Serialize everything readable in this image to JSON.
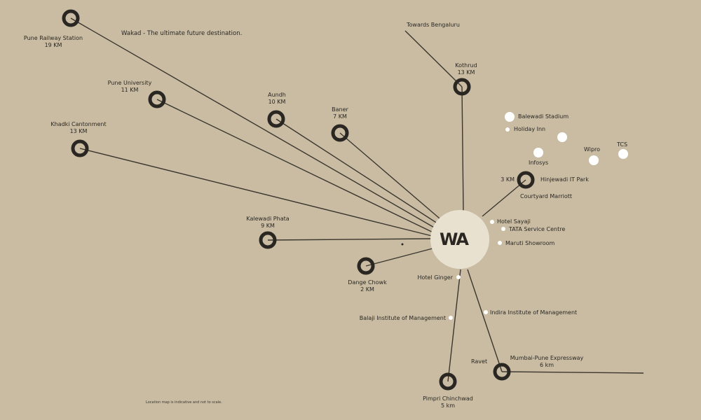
{
  "tagline": "Wakad - The ultimate future destination.",
  "towards": "Towards Bengaluru",
  "logo_text": "WA",
  "disclaimer": "Location map is indicative and not to scale.",
  "colors": {
    "background": "#c9bca3",
    "center_disc": "#e9e1d0",
    "ring": "#2a2722",
    "route_line": "#3b362e",
    "landmark_dot": "#ffffff"
  },
  "destinations": [
    {
      "name": "Pune Railway Station",
      "distance": "19 KM"
    },
    {
      "name": "Pune University",
      "distance": "11 KM"
    },
    {
      "name": "Khadki Cantonment",
      "distance": "13 KM"
    },
    {
      "name": "Aundh",
      "distance": "10 KM"
    },
    {
      "name": "Baner",
      "distance": "7 KM"
    },
    {
      "name": "Kothrud",
      "distance": "13 KM"
    },
    {
      "name": "Kalewadi Phata",
      "distance": "9 KM"
    },
    {
      "name": "Dange Chowk",
      "distance": "2 KM"
    },
    {
      "name": "Hinjewadi IT Park",
      "distance": "3 KM"
    },
    {
      "name": "Pimpri Chinchwad",
      "distance": "5 km"
    },
    {
      "name": "Mumbai-Pune Expressway",
      "distance": "6 km"
    }
  ],
  "landmarks": [
    "Balewadi Stadium",
    "Holiday Inn",
    "Infosys",
    "Wipro",
    "TCS",
    "Courtyard Marriott",
    "Hotel Sayaji",
    "TATA Service Centre",
    "Maruti Showroom",
    "Hotel Ginger",
    "Indira Institute of Management",
    "Balaji Institute of Management",
    "Ravet"
  ]
}
